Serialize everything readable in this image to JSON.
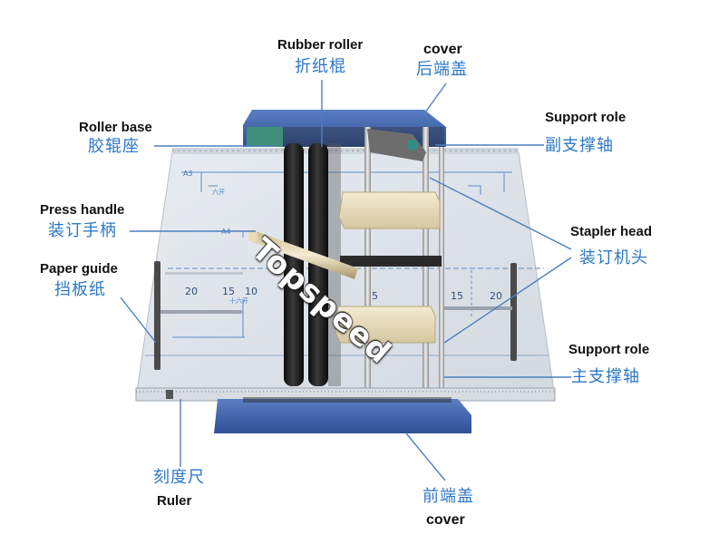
{
  "watermark": "Topspeed",
  "labels": {
    "rubber_roller": {
      "en": "Rubber roller",
      "cn": "折纸棍"
    },
    "cover_top": {
      "en": "cover",
      "cn": "后端盖"
    },
    "roller_base": {
      "en": "Roller base",
      "cn": "胶辊座"
    },
    "support_role_top": {
      "en": "Support role",
      "cn": "副支撑轴"
    },
    "press_handle": {
      "en": "Press handle",
      "cn": "装订手柄"
    },
    "stapler_head": {
      "en": "Stapler head",
      "cn": "装订机头"
    },
    "paper_guide": {
      "en": "Paper guide",
      "cn": "挡板纸"
    },
    "support_role_bottom": {
      "en": "Support role",
      "cn": "主支撑轴"
    },
    "ruler": {
      "cn": "刻度尺",
      "en": "Ruler"
    },
    "cover_bottom": {
      "cn": "前端盖",
      "en": "cover"
    }
  },
  "machine_markings": {
    "paper_sizes": [
      "A3",
      "六开",
      "A4",
      "十六开"
    ],
    "scale_left": [
      "20",
      "15",
      "10"
    ],
    "scale_right": [
      "5",
      "15",
      "20"
    ]
  },
  "colors": {
    "label_english": "#111111",
    "label_chinese": "#2e77c8",
    "leader_line": "#4d7fc0",
    "cover_blue": "#3c5ea6",
    "plate": "#dfe4ea"
  }
}
